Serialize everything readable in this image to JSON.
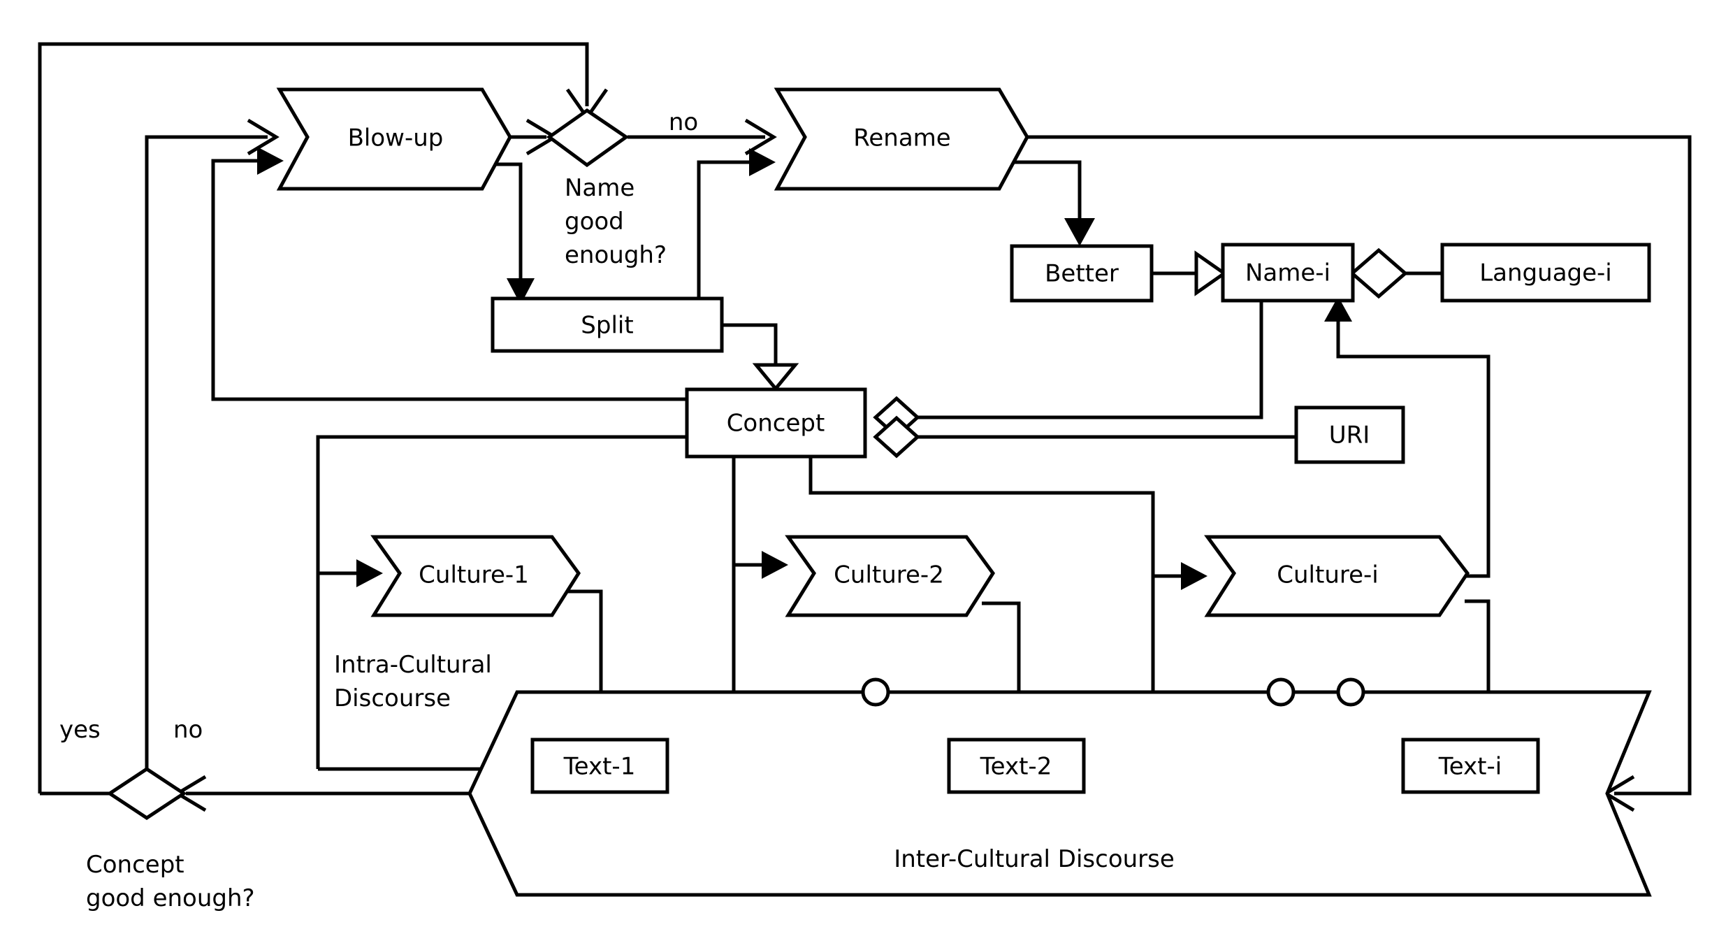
{
  "diagram": {
    "title": "Concept naming and cross-cultural discourse flow",
    "background": "#ffffff",
    "line_color": "#000000",
    "nodes": {
      "blowup": {
        "label": "Blow-up",
        "shape": "flag"
      },
      "name_decision": {
        "label": "",
        "shape": "diamond"
      },
      "name_decision_caption_1": {
        "label": "Name"
      },
      "name_decision_caption_2": {
        "label": "good"
      },
      "name_decision_caption_3": {
        "label": "enough?"
      },
      "name_decision_no": {
        "label": "no"
      },
      "rename": {
        "label": "Rename",
        "shape": "flag"
      },
      "split": {
        "label": "Split",
        "shape": "rect"
      },
      "better": {
        "label": "Better",
        "shape": "rect"
      },
      "name_i": {
        "label": "Name-i",
        "shape": "rect"
      },
      "language_i": {
        "label": "Language-i",
        "shape": "rect"
      },
      "concept": {
        "label": "Concept",
        "shape": "rect"
      },
      "uri": {
        "label": "URI",
        "shape": "rect"
      },
      "culture_1": {
        "label": "Culture-1",
        "shape": "flag"
      },
      "culture_2": {
        "label": "Culture-2",
        "shape": "flag"
      },
      "culture_i": {
        "label": "Culture-i",
        "shape": "flag"
      },
      "text_1": {
        "label": "Text-1",
        "shape": "rect"
      },
      "text_2": {
        "label": "Text-2",
        "shape": "rect"
      },
      "text_i": {
        "label": "Text-i",
        "shape": "rect"
      },
      "intra_cultural_1": {
        "label": "Intra-Cultural"
      },
      "intra_cultural_2": {
        "label": "Discourse"
      },
      "inter_cultural": {
        "label": "Inter-Cultural Discourse",
        "shape": "banner"
      },
      "concept_decision": {
        "label": "",
        "shape": "diamond"
      },
      "concept_decision_caption_1": {
        "label": "Concept"
      },
      "concept_decision_caption_2": {
        "label": "good enough?"
      },
      "concept_decision_yes": {
        "label": "yes"
      },
      "concept_decision_no": {
        "label": "no"
      }
    }
  }
}
